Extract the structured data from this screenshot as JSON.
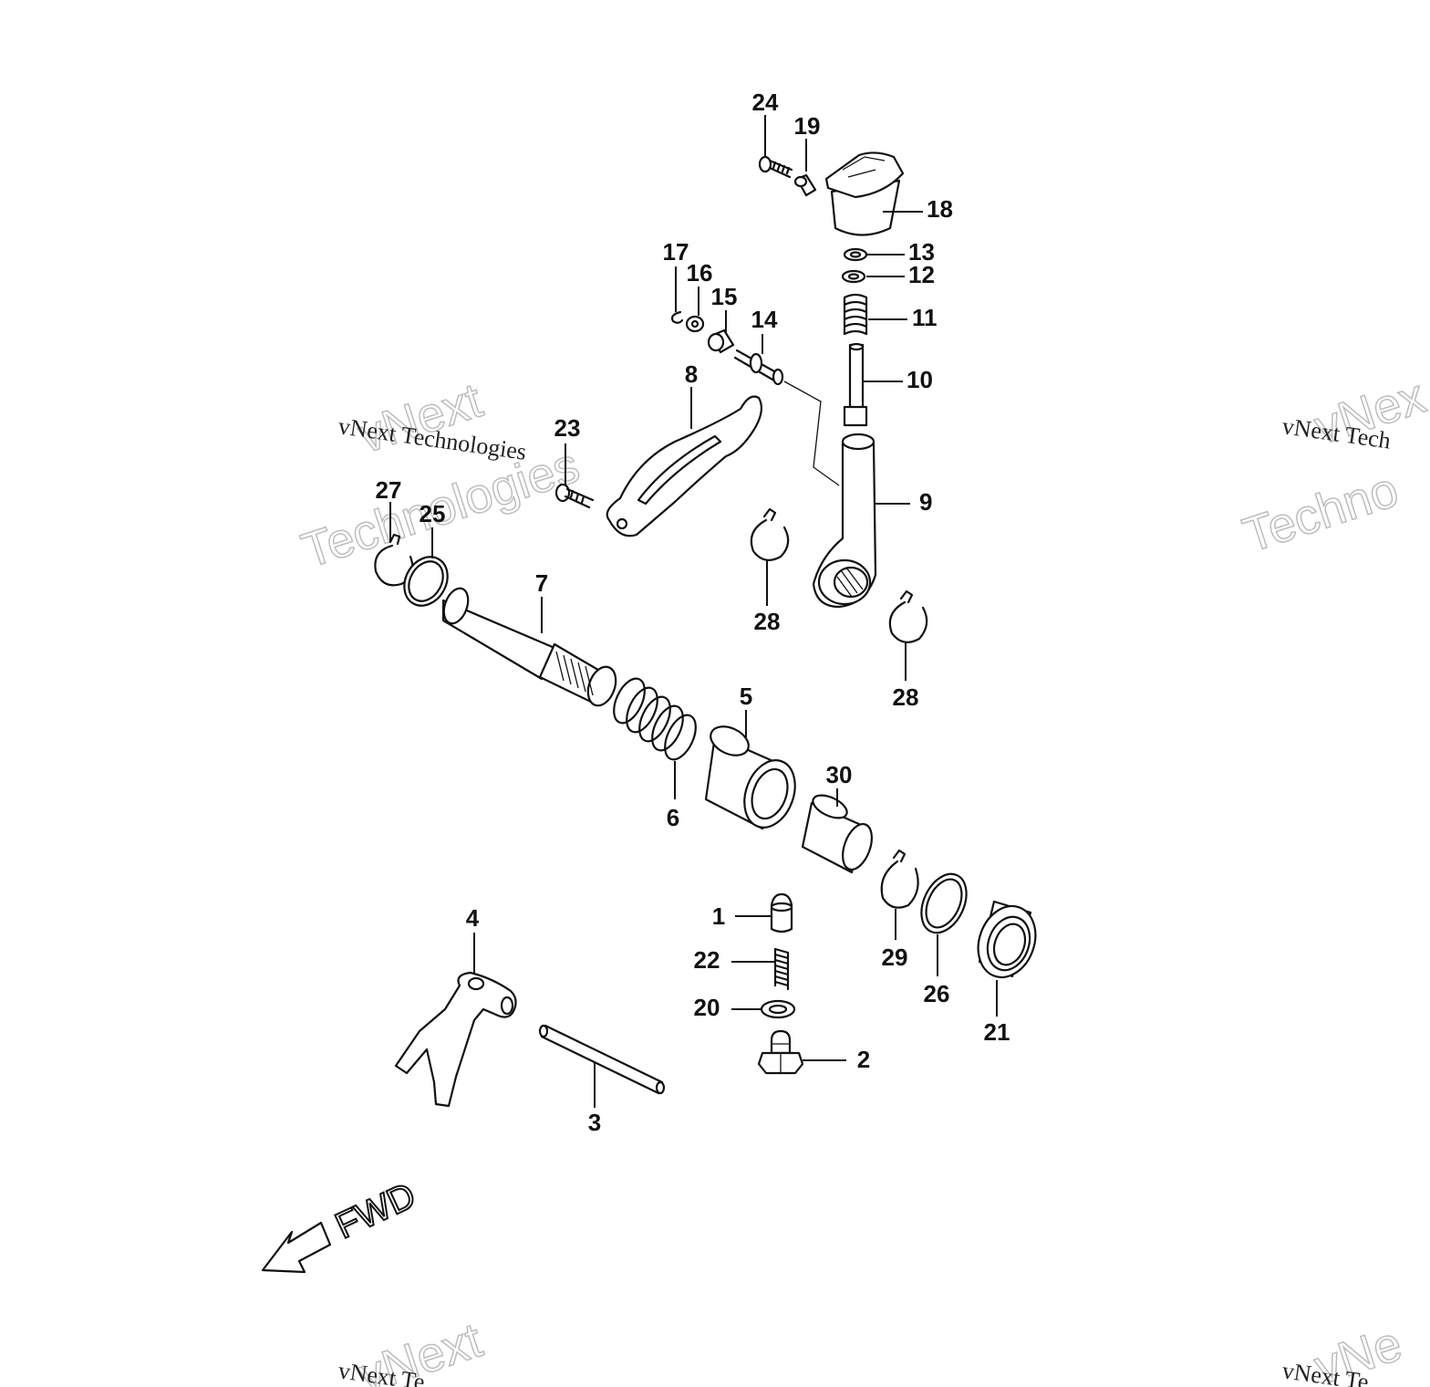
{
  "diagram": {
    "direction_label": "FWD",
    "callouts": [
      {
        "id": "c1",
        "text": "1"
      },
      {
        "id": "c2",
        "text": "2"
      },
      {
        "id": "c3",
        "text": "3"
      },
      {
        "id": "c4",
        "text": "4"
      },
      {
        "id": "c5",
        "text": "5"
      },
      {
        "id": "c6",
        "text": "6"
      },
      {
        "id": "c7",
        "text": "7"
      },
      {
        "id": "c8",
        "text": "8"
      },
      {
        "id": "c9",
        "text": "9"
      },
      {
        "id": "c10",
        "text": "10"
      },
      {
        "id": "c11",
        "text": "11"
      },
      {
        "id": "c12",
        "text": "12"
      },
      {
        "id": "c13",
        "text": "13"
      },
      {
        "id": "c14",
        "text": "14"
      },
      {
        "id": "c15",
        "text": "15"
      },
      {
        "id": "c16",
        "text": "16"
      },
      {
        "id": "c17",
        "text": "17"
      },
      {
        "id": "c18",
        "text": "18"
      },
      {
        "id": "c19",
        "text": "19"
      },
      {
        "id": "c20",
        "text": "20"
      },
      {
        "id": "c21",
        "text": "21"
      },
      {
        "id": "c22",
        "text": "22"
      },
      {
        "id": "c23",
        "text": "23"
      },
      {
        "id": "c24",
        "text": "24"
      },
      {
        "id": "c25",
        "text": "25"
      },
      {
        "id": "c26",
        "text": "26"
      },
      {
        "id": "c27",
        "text": "27"
      },
      {
        "id": "c28a",
        "text": "28"
      },
      {
        "id": "c28b",
        "text": "28"
      },
      {
        "id": "c29",
        "text": "29"
      },
      {
        "id": "c30",
        "text": "30"
      }
    ]
  },
  "watermark": {
    "line1": "vNext Technologies",
    "line2a": "vNext",
    "line2b": "Technologies",
    "partial_line1": "vNext Tech",
    "partial_line2a": "vNex",
    "partial_line2b": "Techno",
    "bottom_line1": "vNext Te",
    "bottom_line2": "vNext",
    "bottom_right_line1": "vNext Te",
    "bottom_right_line2": "vNe"
  }
}
